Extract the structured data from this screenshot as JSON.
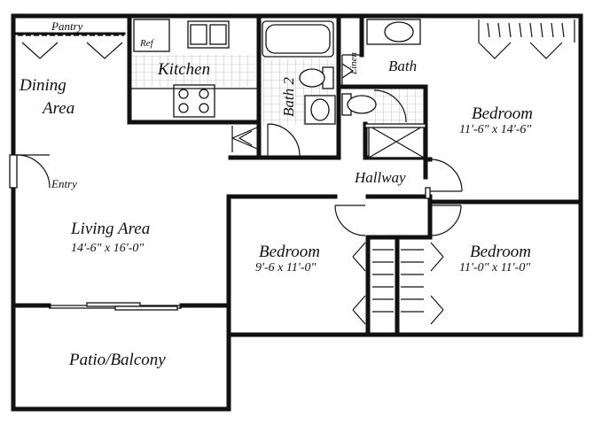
{
  "floorplan": {
    "rooms": {
      "pantry": "Pantry",
      "ref": "Ref",
      "kitchen": "Kitchen",
      "dining": [
        "Dining",
        "Area"
      ],
      "bath2": "Bath 2",
      "linen": "Linen",
      "bath": "Bath",
      "bedroom_master": {
        "name": "Bedroom",
        "size": "11'-6\" x 14'-6\""
      },
      "hallway": "Hallway",
      "entry": "Entry",
      "living": {
        "name": "Living Area",
        "size": "14'-6\" x 16'-0\""
      },
      "bedroom_2": {
        "name": "Bedroom",
        "size": "9'-6 x 11'-0\""
      },
      "bedroom_3": {
        "name": "Bedroom",
        "size": "11'-0\" x 11'-0\""
      },
      "patio": "Patio/Balcony"
    }
  }
}
